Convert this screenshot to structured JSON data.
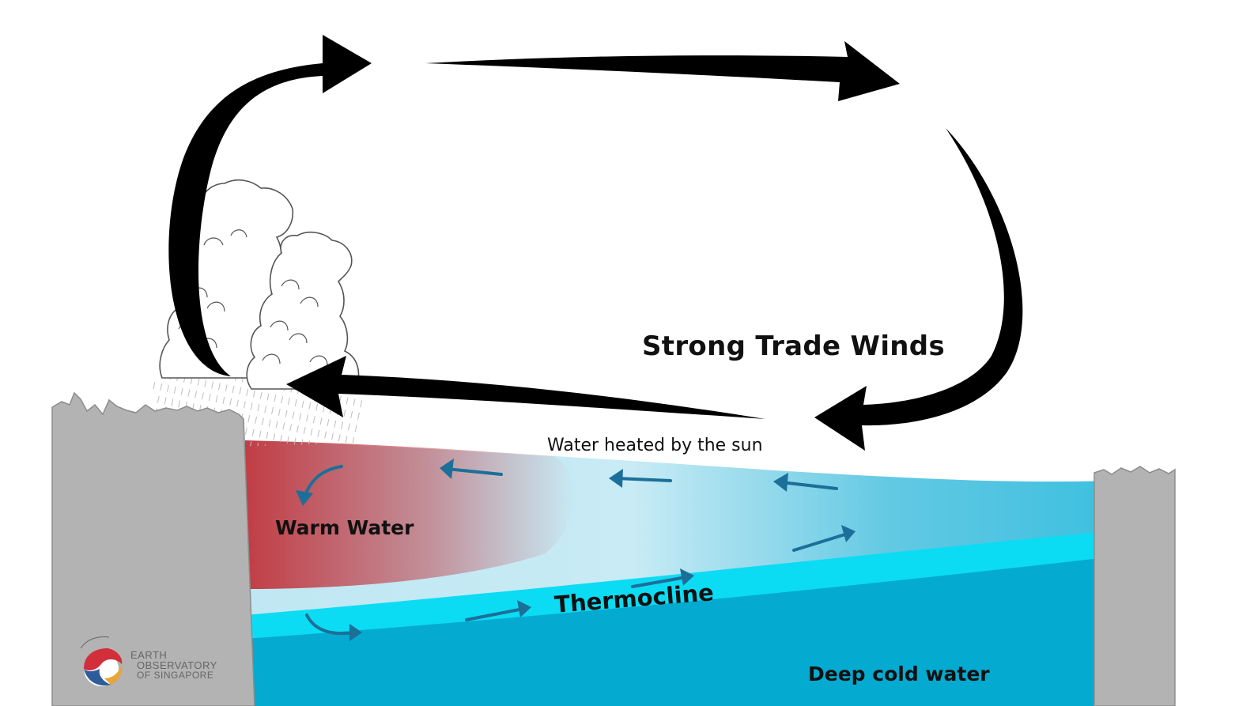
{
  "labels": {
    "title": "Strong Trade Winds",
    "surface": "Water heated by the sun",
    "warm": "Warm Water",
    "thermocline": "Thermocline",
    "deep": "Deep cold water"
  },
  "logo": {
    "line1": "EARTH",
    "line2": "OBSERVATORY",
    "line3": "OF SINGAPORE"
  },
  "colors": {
    "warm_water": "#c1343c",
    "surface_water": "#4ec3e0",
    "thermocline": "#0bdcf4",
    "deep_water": "#04aad0",
    "land": "#b3b3b3",
    "wind_arrows": "#000000",
    "current_arrows": "#1c6f99"
  }
}
